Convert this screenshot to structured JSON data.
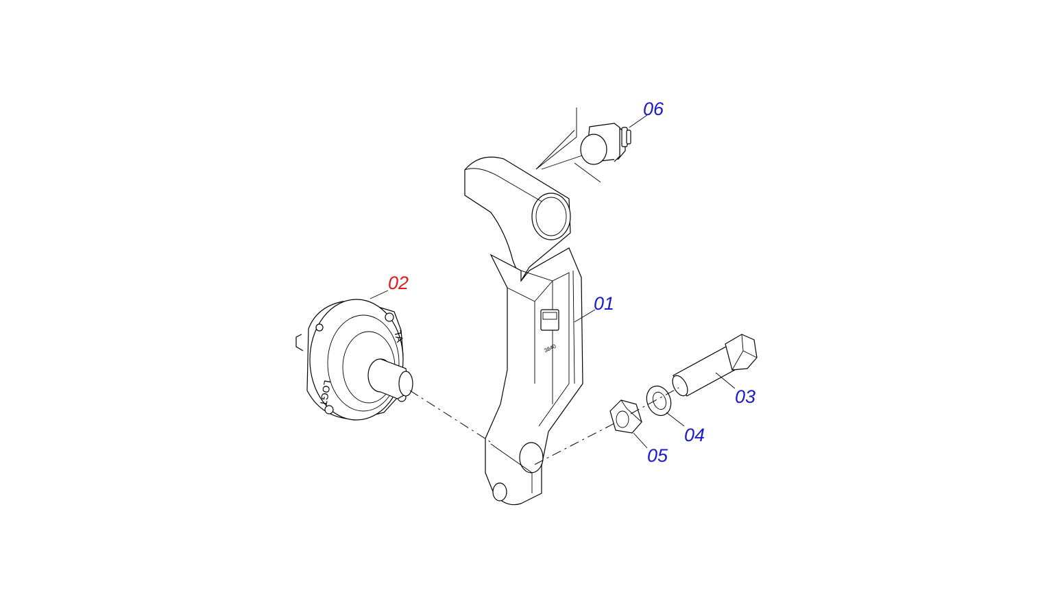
{
  "colors": {
    "callout": "#1a1acc",
    "selected_callout": "#e01b1b",
    "line": "#000000",
    "background": "#ffffff"
  },
  "callouts": [
    {
      "id": "01",
      "label": "01",
      "selected": false
    },
    {
      "id": "02",
      "label": "02",
      "selected": true
    },
    {
      "id": "03",
      "label": "03",
      "selected": false
    },
    {
      "id": "04",
      "label": "04",
      "selected": false
    },
    {
      "id": "05",
      "label": "05",
      "selected": false
    },
    {
      "id": "06",
      "label": "06",
      "selected": false
    }
  ],
  "stamped_text": {
    "hub_upper": "TA",
    "hub_lower": "LOGT",
    "arm_number": "3840"
  }
}
